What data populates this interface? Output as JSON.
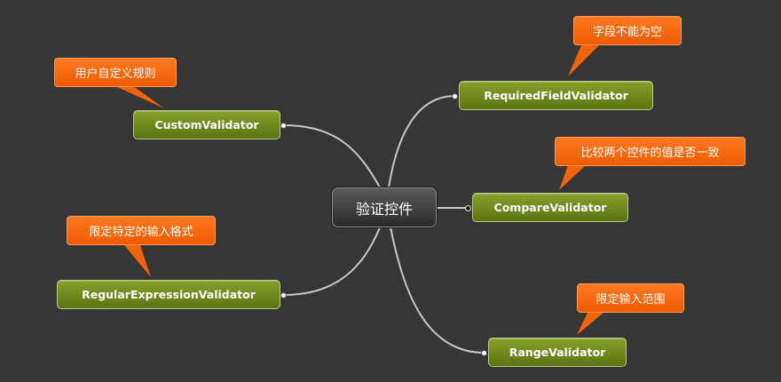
{
  "center": {
    "label": "验证控件"
  },
  "nodes": {
    "custom": {
      "label": "CustomValidator"
    },
    "regex": {
      "label": "RegularExpressionValidator"
    },
    "required": {
      "label": "RequiredFieldValidator"
    },
    "compare": {
      "label": "CompareValidator"
    },
    "range": {
      "label": "RangeValidator"
    }
  },
  "callouts": {
    "custom": "用户自定义规则",
    "regex": "限定特定的输入格式",
    "required": "字段不能为空",
    "compare": "比较两个控件的值是否一致",
    "range": "限定输入范围"
  },
  "colors": {
    "background": "#363636",
    "node_green": "#6f8a1c",
    "callout_orange": "#f8680f",
    "center_dark": "#3a3a3a",
    "connector": "#c8c8c8"
  }
}
